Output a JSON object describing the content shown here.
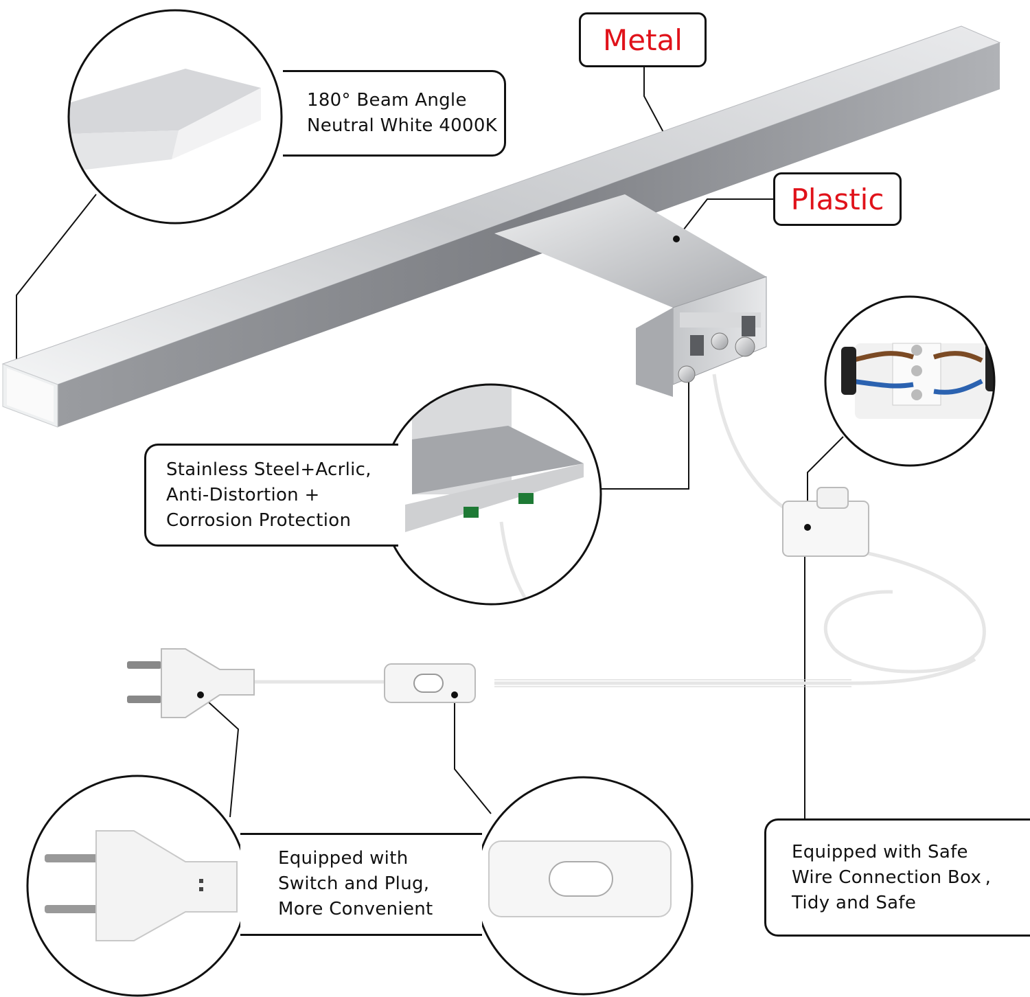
{
  "labels": {
    "metal": "Metal",
    "plastic": "Plastic"
  },
  "callouts": {
    "beam": [
      "180° Beam Angle",
      "Neutral White 4000K"
    ],
    "material": [
      "Stainless Steel+Acrlic,",
      "Anti-Distortion  +",
      "Corrosion Protection"
    ],
    "switch_plug": [
      "Equipped with",
      "Switch and Plug,",
      "More Convenient"
    ],
    "connection_box": [
      "Equipped with Safe",
      "Wire Connection Box ,",
      "Tidy and Safe"
    ]
  },
  "colors": {
    "label_red": "#e0121a",
    "outline": "#111111",
    "chrome_light": "#e8e9eb",
    "chrome_dark": "#8e9095"
  },
  "icons": [
    "lamp-bar",
    "mounting-bracket",
    "junction-box",
    "eu-plug",
    "inline-rocker-switch"
  ]
}
